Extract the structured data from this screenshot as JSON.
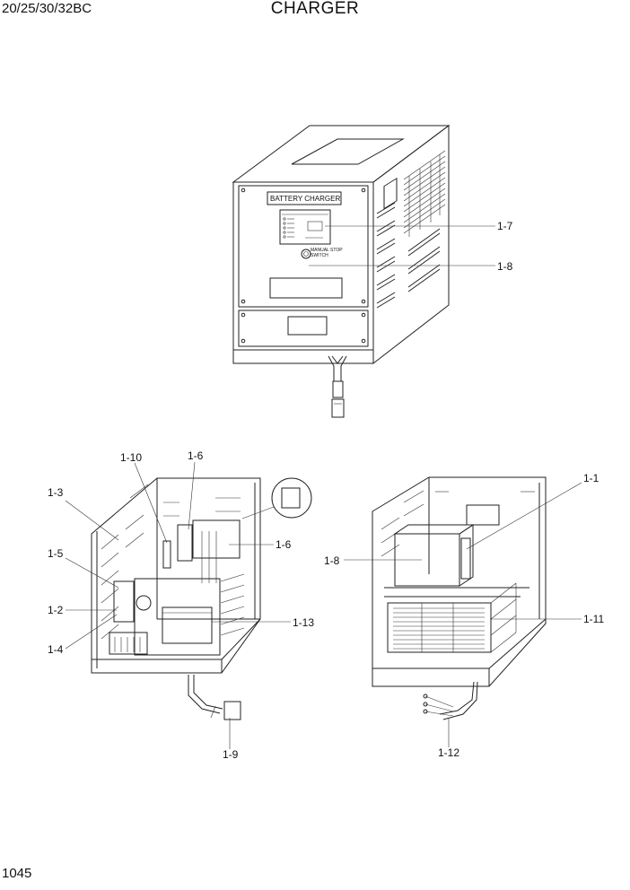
{
  "header": {
    "model": "20/25/30/32BC",
    "title": "CHARGER"
  },
  "footer": {
    "page_number": "1045"
  },
  "charger_panel": {
    "nameplate": "BATTERY CHARGER",
    "switch_label_1": "MANUAL STOP",
    "switch_label_2": "SWITCH"
  },
  "callouts": {
    "c1_7": "1-7",
    "c1_8a": "1-8",
    "c1_10": "1-10",
    "c1_6a": "1-6",
    "c1_6b": "1-6",
    "c1_3": "1-3",
    "c1_5": "1-5",
    "c1_2": "1-2",
    "c1_4": "1-4",
    "c1_13": "1-13",
    "c1_9": "1-9",
    "c1_1": "1-1",
    "c1_8b": "1-8",
    "c1_11": "1-11",
    "c1_12": "1-12"
  }
}
